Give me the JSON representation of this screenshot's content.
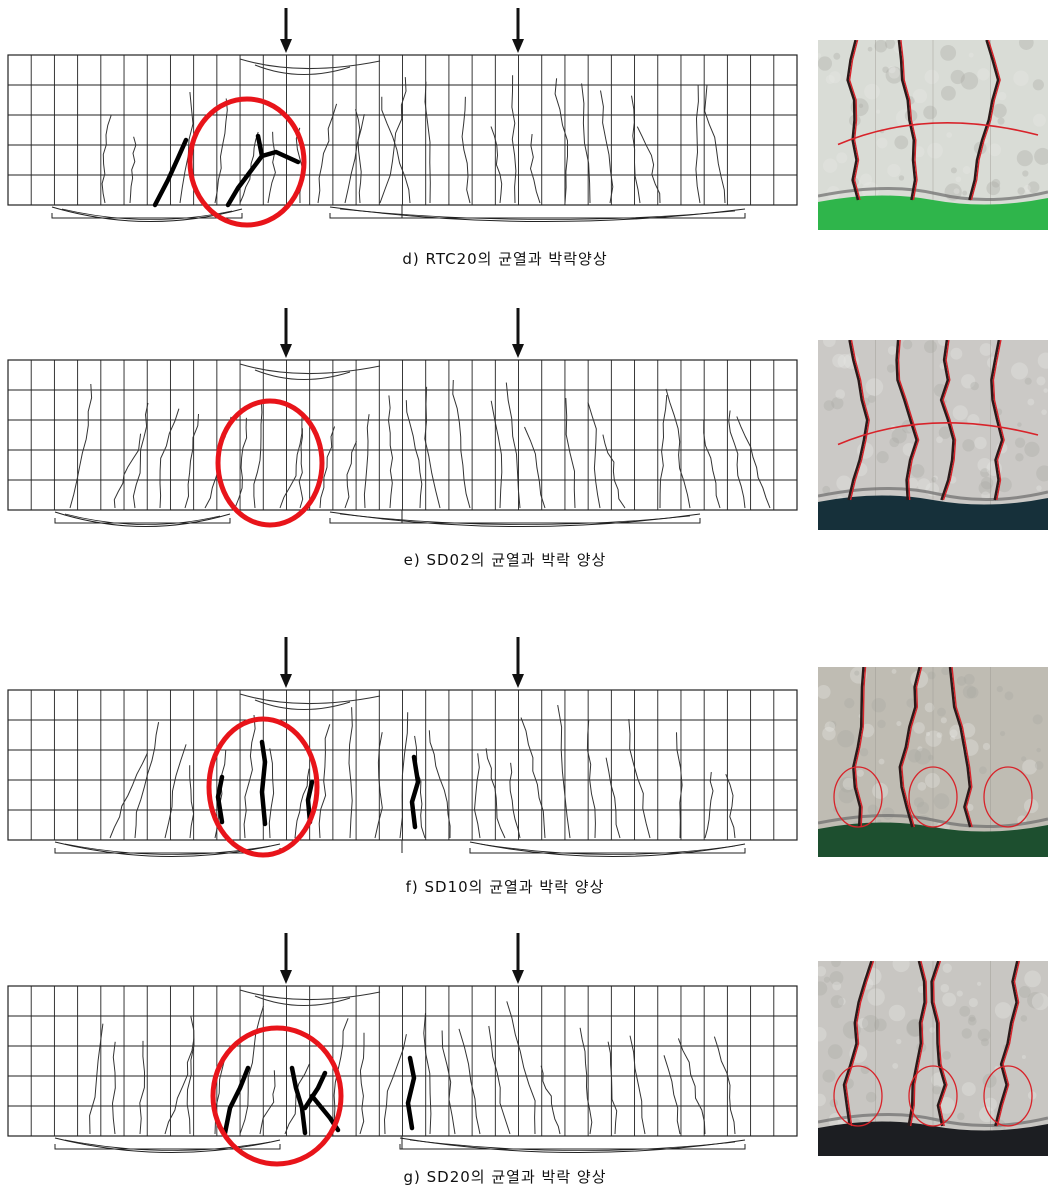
{
  "panels": [
    {
      "id": "d",
      "caption": "d) RTC20의 균열과 박락양상"
    },
    {
      "id": "e",
      "caption": "e) SD02의 균열과 박락 양상"
    },
    {
      "id": "f",
      "caption": "f) SD10의 균열과 박락 양상"
    },
    {
      "id": "g",
      "caption": "g) SD20의 균열과 박락 양상"
    }
  ],
  "colors": {
    "highlight_circle": "#e8141a",
    "grid": "#222222",
    "crack": "#333333",
    "spall": "#000000",
    "photo_marker": "#d8232a"
  },
  "icons": [
    "load-arrow-icon",
    "spalling-highlight-circle"
  ]
}
